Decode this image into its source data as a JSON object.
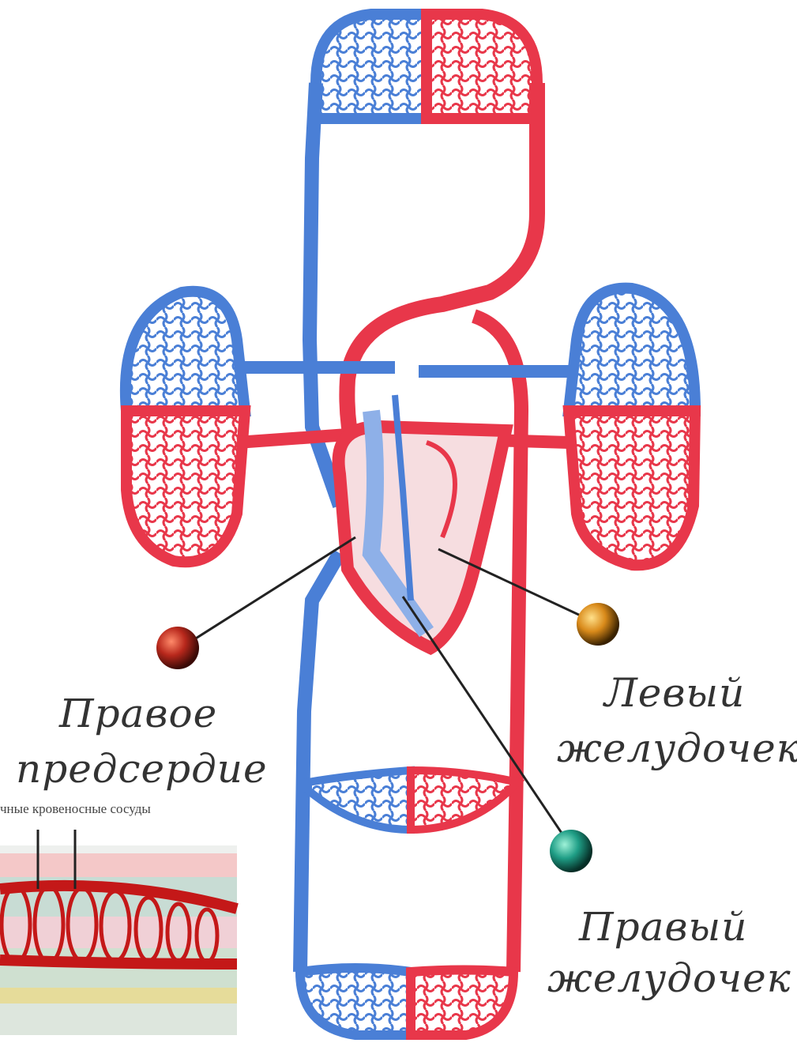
{
  "labels": {
    "right_atrium_line1": "Правое",
    "right_atrium_line2": "предсердие",
    "left_ventricle_line1": "Левый",
    "left_ventricle_line2": "желудочек",
    "right_ventricle_line1": "Правый",
    "right_ventricle_line2": "желудочек",
    "inset_caption": "чные кровеносные сосуды"
  },
  "colors": {
    "arterial": "#e8374a",
    "venous": "#4a7fd6",
    "marker_right_atrium": "#b8281c",
    "marker_left_ventricle": "#d98a1a",
    "marker_right_ventricle": "#1f9e86",
    "label_text": "#333333"
  }
}
